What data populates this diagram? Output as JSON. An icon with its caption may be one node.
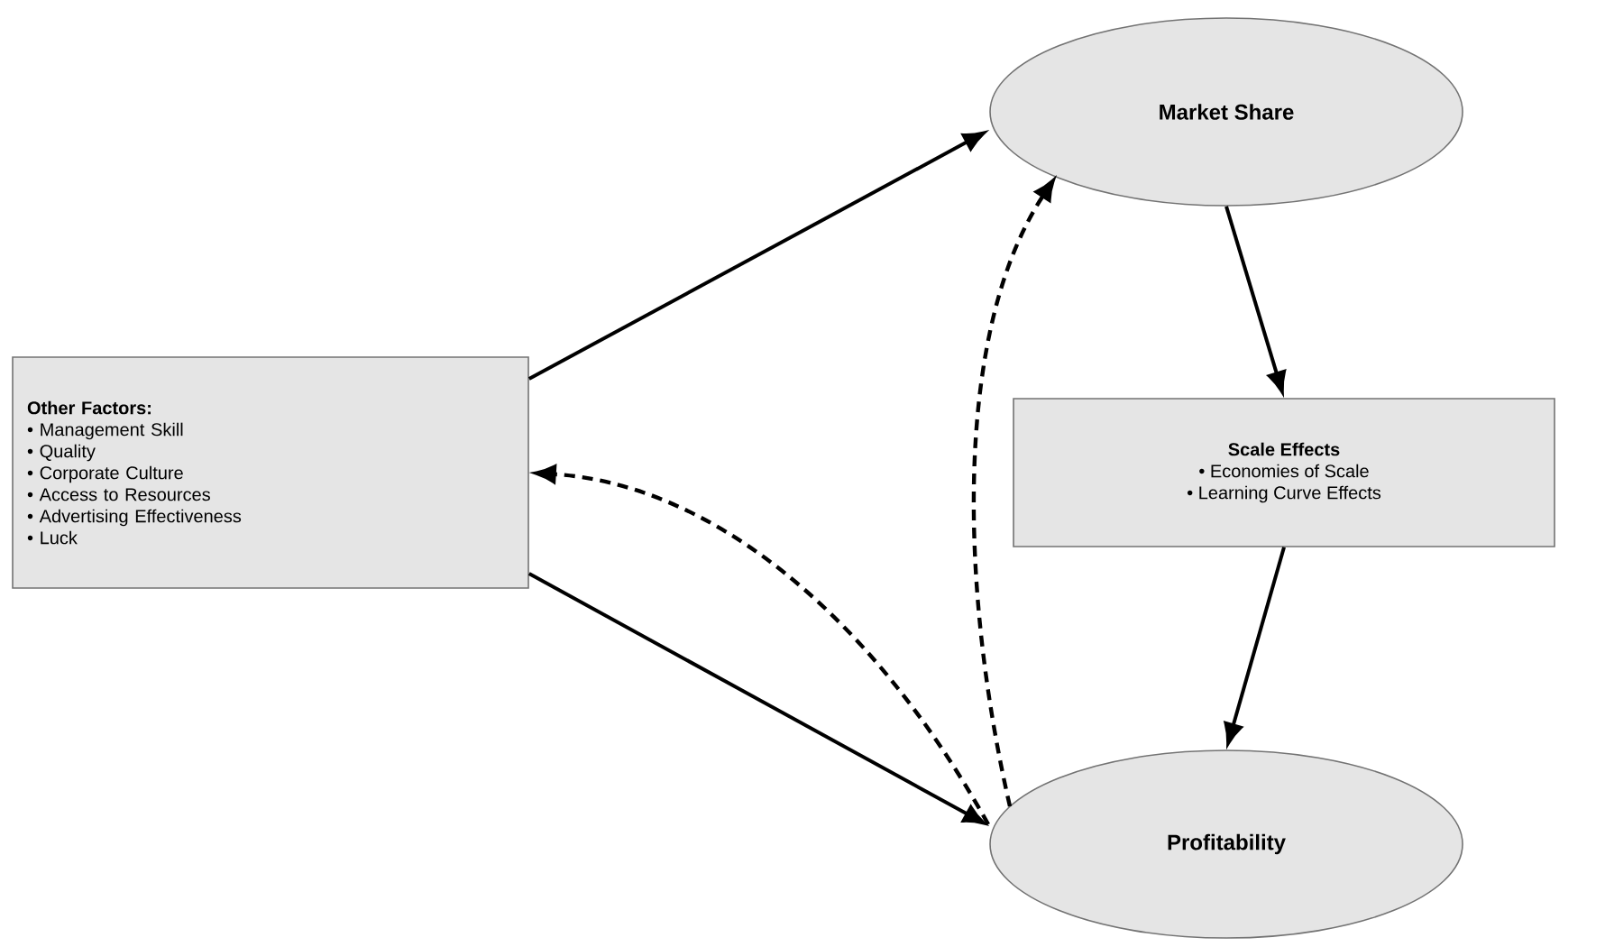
{
  "diagram": {
    "nodes": [
      {
        "text": [
          "Market Share"
        ]
      },
      {
        "text": [
          "Other Factors:",
          "• Management Skill",
          "• Quality",
          "• Corporate Culture",
          "• Access to Resources",
          "• Advertising Effectiveness",
          "• Luck"
        ]
      },
      {
        "text": [
          "Scale Effects",
          "• Economies of Scale",
          "• Learning Curve Effects"
        ]
      },
      {
        "text": [
          "Profitability"
        ]
      }
    ],
    "edges": [
      {
        "from": 1,
        "to": 0,
        "arrow": "to"
      },
      {
        "from": 0,
        "to": 2,
        "arrow": "to"
      },
      {
        "from": 2,
        "to": 3,
        "arrow": "to"
      },
      {
        "from": 1,
        "to": 3,
        "arrow": "to"
      },
      {
        "from": 3,
        "to": 0,
        "arrow": "to",
        "style": "dashed"
      },
      {
        "from": 3,
        "to": 1,
        "arrow": "to",
        "style": "dashed"
      }
    ]
  }
}
